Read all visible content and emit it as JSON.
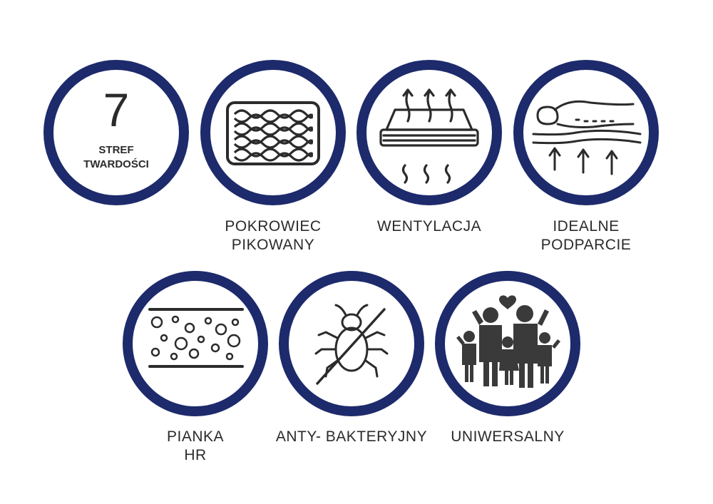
{
  "features": [
    {
      "key": "strefy",
      "icon": "seven-zones-icon",
      "number": "7",
      "lines": [
        "STREF",
        "TWARDOŚCI"
      ]
    },
    {
      "key": "pokrowiec",
      "icon": "quilted-cover-icon",
      "lines": [
        "POKROWIEC",
        "PIKOWANY"
      ]
    },
    {
      "key": "wentylacja",
      "icon": "ventilation-icon",
      "lines": [
        "WENTYLACJA"
      ]
    },
    {
      "key": "podparcie",
      "icon": "ideal-support-icon",
      "lines": [
        "IDEALNE",
        "PODPARCIE"
      ]
    },
    {
      "key": "pianka",
      "icon": "hr-foam-icon",
      "lines": [
        "PIANKA",
        "HR"
      ]
    },
    {
      "key": "antybakteryjny",
      "icon": "anti-bacterial-icon",
      "lines": [
        "ANTY- BAKTERYJNY"
      ]
    },
    {
      "key": "uniwersalny",
      "icon": "family-icon",
      "lines": [
        "UNIWERSALNY"
      ]
    }
  ],
  "colors": {
    "ring": "#1d2a6b",
    "icon": "#2b2b2b",
    "text": "#2b2b2b",
    "background": "#ffffff"
  }
}
